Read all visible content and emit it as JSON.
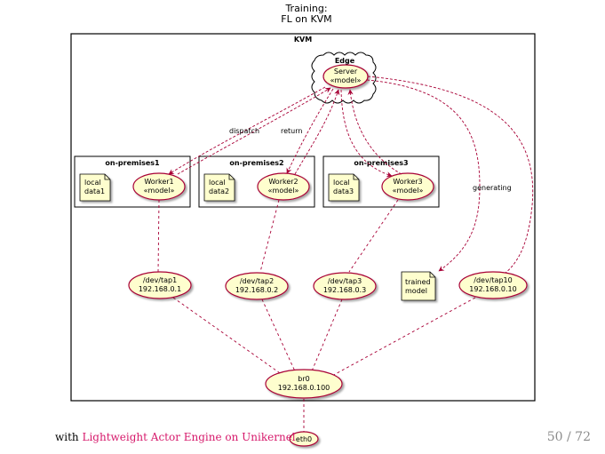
{
  "title": {
    "line1": "Training:",
    "line2": "FL on KVM"
  },
  "kvm": {
    "label": "KVM"
  },
  "edge": {
    "label": "Edge",
    "server_line1": "Server",
    "server_line2": "«model»"
  },
  "premises": [
    {
      "label": "on-premises1",
      "local_line1": "local",
      "local_line2": "data1",
      "worker_line1": "Worker1",
      "worker_line2": "«model»"
    },
    {
      "label": "on-premises2",
      "local_line1": "local",
      "local_line2": "data2",
      "worker_line1": "Worker2",
      "worker_line2": "«model»"
    },
    {
      "label": "on-premises3",
      "local_line1": "local",
      "local_line2": "data3",
      "worker_line1": "Worker3",
      "worker_line2": "«model»"
    }
  ],
  "edges": {
    "dispatch": "dispatch",
    "return": "return",
    "generating": "generating"
  },
  "trained": {
    "line1": "trained",
    "line2": "model"
  },
  "taps": [
    {
      "line1": "/dev/tap1",
      "line2": "192.168.0.1"
    },
    {
      "line1": "/dev/tap2",
      "line2": "192.168.0.2"
    },
    {
      "line1": "/dev/tap3",
      "line2": "192.168.0.3"
    },
    {
      "line1": "/dev/tap10",
      "line2": "192.168.0.10"
    }
  ],
  "bridge": {
    "line1": "br0",
    "line2": "192.168.0.100"
  },
  "eth": {
    "label": "eth0"
  },
  "footer": {
    "prefix": "with ",
    "highlight": "Lightweight Actor Engine on Unikernel"
  },
  "page": {
    "number": "50 / 72"
  },
  "colors": {
    "node_fill": "#fefece",
    "border": "#a80036",
    "arrow": "#a80036"
  }
}
